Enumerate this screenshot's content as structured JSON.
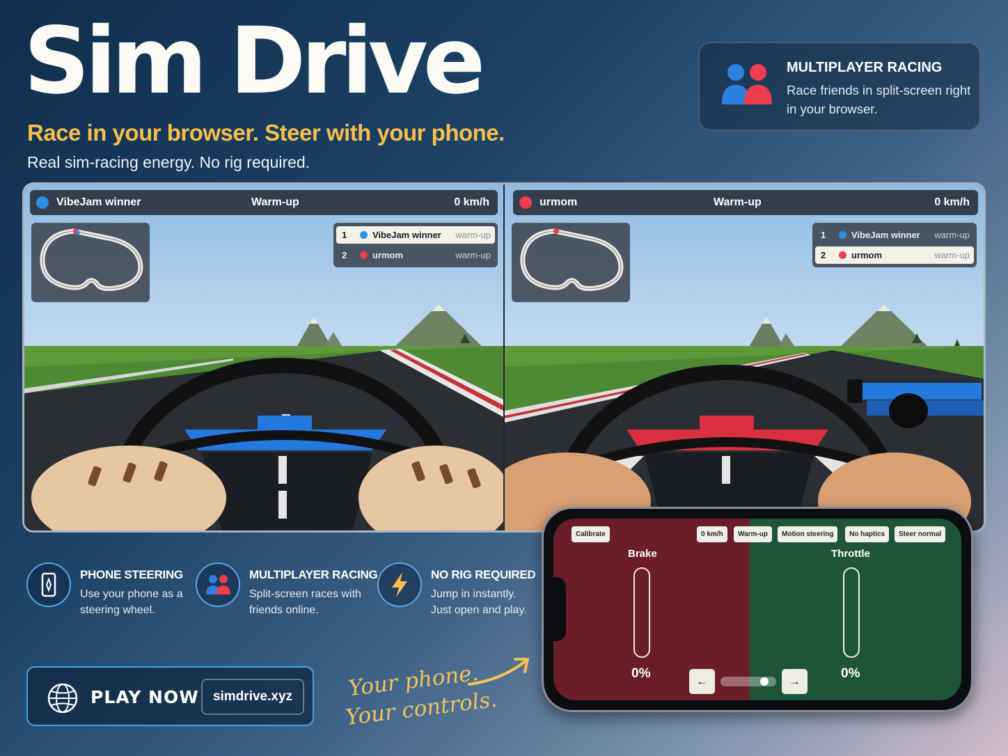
{
  "header": {
    "title": "Sim Drive",
    "tagline": "Race in your browser. Steer with your phone.",
    "subtagline": "Real sim-racing energy. No rig required."
  },
  "multiplayer_card": {
    "heading": "MULTIPLAYER RACING",
    "description": "Race friends in split-screen right in your browser."
  },
  "game": {
    "left": {
      "player": "VibeJam winner",
      "status": "Warm-up",
      "speed": "0 km/h",
      "color": "#2f8ee6",
      "car_color": "#2379e0"
    },
    "right": {
      "player": "urmom",
      "status": "Warm-up",
      "speed": "0 km/h",
      "color": "#ee3d4f",
      "car_color": "#d92f3f"
    },
    "standings": [
      {
        "pos": "1",
        "name": "VibeJam winner",
        "status": "warm-up",
        "color": "#2f8ee6"
      },
      {
        "pos": "2",
        "name": "urmom",
        "status": "warm-up",
        "color": "#ee3d4f"
      }
    ]
  },
  "features": [
    {
      "icon": "phone-icon",
      "heading": "PHONE STEERING",
      "description": "Use your phone as a steering wheel."
    },
    {
      "icon": "people-icon",
      "heading": "MULTIPLAYER RACING",
      "description": "Split-screen races with friends online."
    },
    {
      "icon": "lightning-icon",
      "heading": "NO RIG REQUIRED",
      "description": "Jump in instantly. Just open and play."
    }
  ],
  "cta": {
    "play_label": "PLAY NOW",
    "url": "simdrive.xyz"
  },
  "handwritten": {
    "line1": "Your phone.",
    "line2": "Your controls."
  },
  "phone_ui": {
    "calibrate": "Calibrate",
    "speed": "0 km/h",
    "status": "Warm-up",
    "motion": "Motion steering",
    "haptics": "No haptics",
    "steer": "Steer normal",
    "brake_label": "Brake",
    "throttle_label": "Throttle",
    "brake_pct": "0%",
    "throttle_pct": "0%",
    "left_arrow": "←",
    "right_arrow": "→",
    "steer_position": 0.85
  },
  "colors": {
    "accent_yellow": "#f5c04a",
    "accent_blue": "#4aa0ea",
    "brake_bg": "#6b1d29",
    "throttle_bg": "#1e5538"
  }
}
